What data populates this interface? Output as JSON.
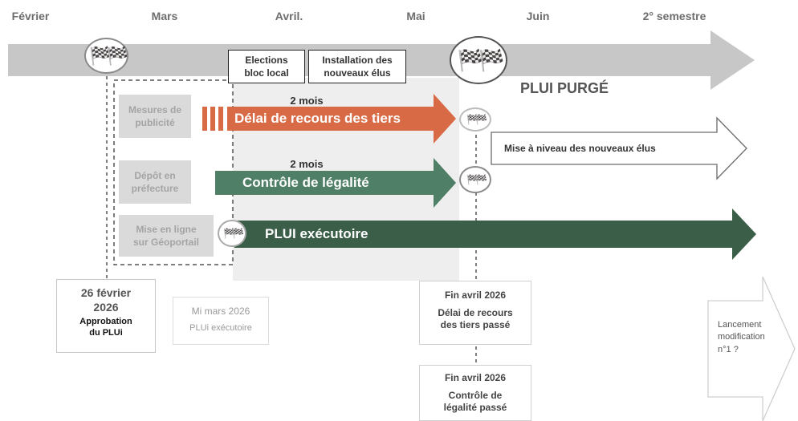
{
  "months": [
    "Février",
    "Mars",
    "Avril.",
    "Mai",
    "Juin",
    "2° semestre"
  ],
  "elections": "Elections\nbloc local",
  "installation": "Installation des\nnouveaux élus",
  "plui_purge": "PLUI PURGÉ",
  "rows": {
    "publicite_label": "Mesures de\npublicité",
    "recours_duration": "2 mois",
    "recours_arrow": "Délai de recours des tiers",
    "depot_label": "Dépôt en\npréfecture",
    "legalite_duration": "2 mois",
    "legalite_arrow": "Contrôle de légalité",
    "geoportail_label": "Mise en ligne\nsur Géoportail",
    "executoire_arrow": "PLUI exécutoire"
  },
  "mise_a_niveau": "Mise à niveau des nouveaux élus",
  "boxes": {
    "approbation_date": "26 février\n2026",
    "approbation_text": "Approbation\ndu PLUi",
    "mimars_date": "Mi mars 2026",
    "mimars_text": "PLUi exécutoire",
    "finavril1_date": "Fin avril 2026",
    "finavril1_text": "Délai de recours\ndes tiers passé",
    "finavril2_date": "Fin avril 2026",
    "finavril2_text": "Contrôle de\nlégalité passé"
  },
  "lancement": "Lancement\nmodification\nn°1 ?",
  "flag_icon": "checkered-flags-icon",
  "colors": {
    "timeline": "#c7c7c7",
    "recours": "#d86a45",
    "legalite": "#4f7f66",
    "executoire": "#3a5e48",
    "shade": "#eeeeee"
  }
}
